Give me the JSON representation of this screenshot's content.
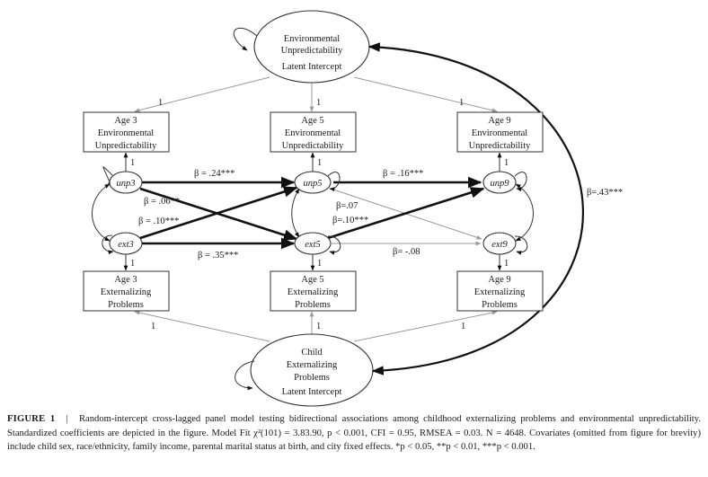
{
  "diagram": {
    "latent_env": {
      "line1": "Environmental",
      "line2": "Unpredictability",
      "line3": "Latent Intercept"
    },
    "latent_ext": {
      "line1": "Child",
      "line2": "Externalizing",
      "line3": "Problems",
      "line4": "Latent Intercept"
    },
    "env_boxes": [
      {
        "age": "Age 3",
        "line2": "Environmental",
        "line3": "Unpredictability"
      },
      {
        "age": "Age 5",
        "line2": "Environmental",
        "line3": "Unpredictability"
      },
      {
        "age": "Age 9",
        "line2": "Environmental",
        "line3": "Unpredictability"
      }
    ],
    "ext_boxes": [
      {
        "age": "Age 3",
        "line2": "Externalizing",
        "line3": "Problems"
      },
      {
        "age": "Age 5",
        "line2": "Externalizing",
        "line3": "Problems"
      },
      {
        "age": "Age 9",
        "line2": "Externalizing",
        "line3": "Problems"
      }
    ],
    "nodes": {
      "unp3": "unp3",
      "unp5": "unp5",
      "unp9": "unp9",
      "ext3": "ext3",
      "ext5": "ext5",
      "ext9": "ext9"
    },
    "loading": "1",
    "paths": {
      "unp3_unp5": "β = .24***",
      "unp5_unp9": "β = .16***",
      "ext3_ext5": "β = .35***",
      "unp3_ext5": "β = .06**",
      "ext3_unp5": "β = .10***",
      "unp5_ext9": "β=.07",
      "ext5_unp9": "β=.10***",
      "ext5_ext9": "β= -.08",
      "latent_cov": "β=.43***"
    }
  },
  "caption": {
    "label": "FIGURE 1",
    "separator": "|",
    "text": "Random-intercept cross-lagged panel model testing bidirectional associations among childhood externalizing problems and environmental unpredictability. Standardized coefficients are depicted in the figure. Model Fit χ²(101) = 3.83.90, p < 0.001, CFI = 0.95, RMSEA = 0.03. N = 4648. Covariates (omitted from figure for brevity) include child sex, race/ethnicity, family income, parental marital status at birth, and city fixed effects. *p < 0.05, **p < 0.01, ***p < 0.001."
  }
}
